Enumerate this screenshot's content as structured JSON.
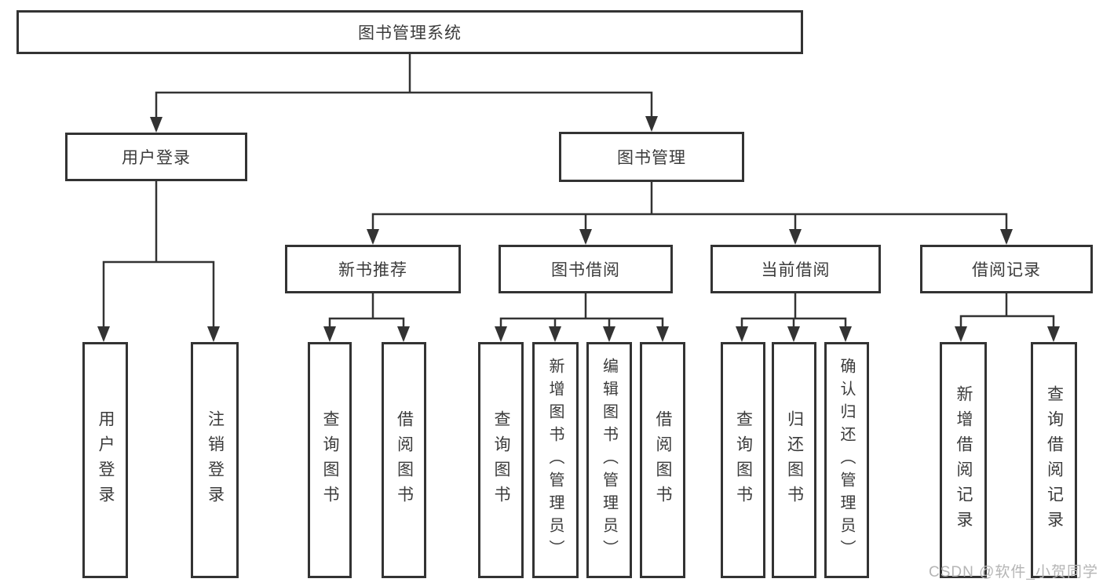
{
  "watermark": "CSDN @软件_小贺同学",
  "colors": {
    "line": "#333333",
    "node_border": "#333333",
    "node_text": "#3b3b3b",
    "node_background": "#ffffff",
    "watermark_text": "#b5b5b5",
    "page_background": "#ffffff"
  },
  "tree": {
    "label": "图书管理系统",
    "children": [
      {
        "label": "用户登录",
        "children": [
          {
            "label": "用户登录"
          },
          {
            "label": "注销登录"
          }
        ]
      },
      {
        "label": "图书管理",
        "children": [
          {
            "label": "新书推荐",
            "children": [
              {
                "label": "查询图书"
              },
              {
                "label": "借阅图书"
              }
            ]
          },
          {
            "label": "图书借阅",
            "children": [
              {
                "label": "查询图书"
              },
              {
                "label": "新增图书（管理员）"
              },
              {
                "label": "编辑图书（管理员）"
              },
              {
                "label": "借阅图书"
              }
            ]
          },
          {
            "label": "当前借阅",
            "children": [
              {
                "label": "查询图书"
              },
              {
                "label": "归还图书"
              },
              {
                "label": "确认归还（管理员）"
              }
            ]
          },
          {
            "label": "借阅记录",
            "children": [
              {
                "label": "新增借阅记录"
              },
              {
                "label": "查询借阅记录"
              }
            ]
          }
        ]
      }
    ]
  }
}
